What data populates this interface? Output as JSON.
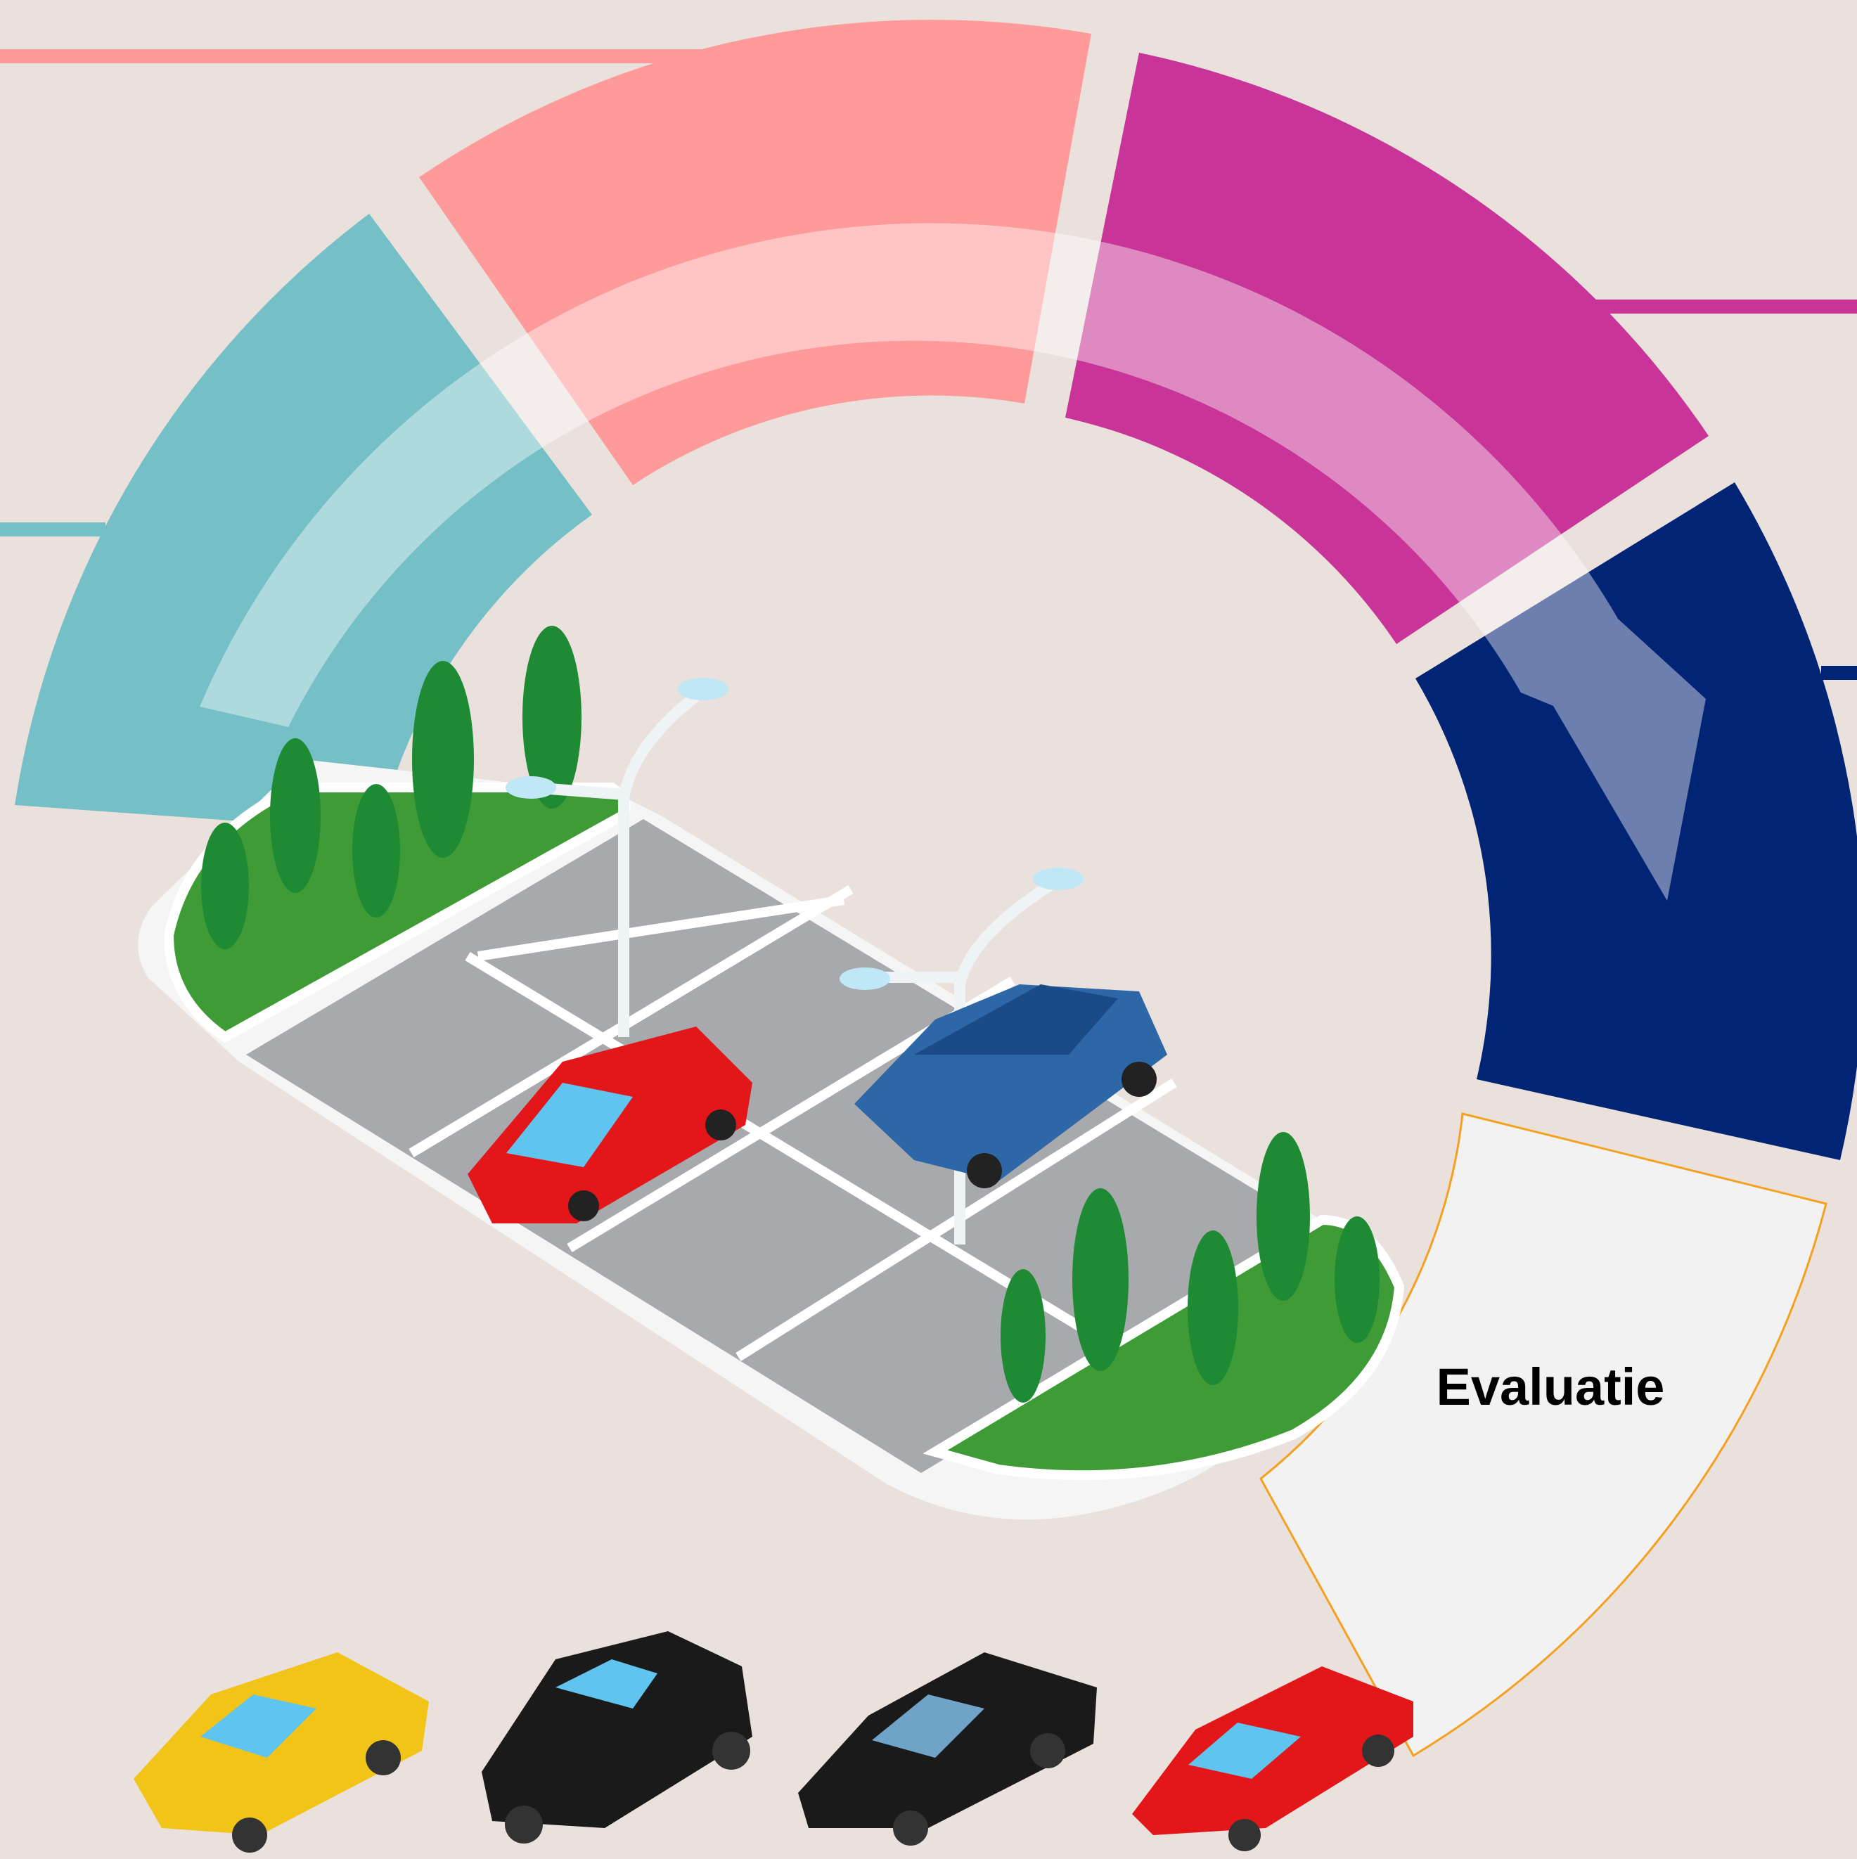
{
  "diagram": {
    "segments": [
      {
        "id": "teal",
        "color": "#74C0C6",
        "label": ""
      },
      {
        "id": "salmon",
        "color": "#FF9A9A",
        "label": ""
      },
      {
        "id": "magenta",
        "color": "#C83497",
        "label": ""
      },
      {
        "id": "navy",
        "color": "#022474",
        "label": ""
      },
      {
        "id": "evaluation",
        "color": "#F2F2F2",
        "outline": "#F4A020",
        "label": "Evaluatie"
      }
    ],
    "flow_arrow_color": "#FFFFFF",
    "background": "#EAE1DD",
    "illustration": "isometric-parking-lot",
    "cars": [
      "yellow-taxi",
      "black-suv",
      "black-sedan",
      "red-sports-car"
    ]
  }
}
